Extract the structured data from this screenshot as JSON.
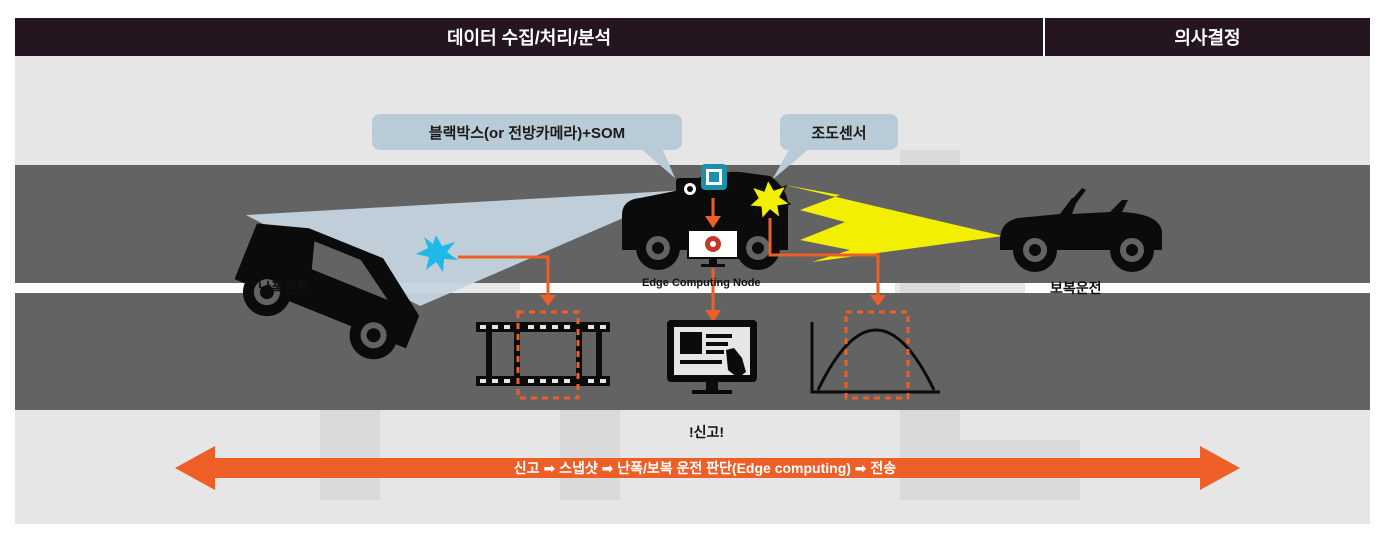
{
  "header": {
    "left_title": "데이터 수집/처리/분석",
    "right_title": "의사결정"
  },
  "callouts": {
    "blackbox": "블랙박스(or 전방카메라)+SOM",
    "light_sensor": "조도센서"
  },
  "labels": {
    "reckless": "난폭운전",
    "normal": "보복운전",
    "edge_node": "Edge Computing Node",
    "report": "!신고!"
  },
  "flow": {
    "text": "신고 ➡ 스냅샷 ➡ 난폭/보복 운전 판단(Edge computing) ➡  전송"
  },
  "colors": {
    "header_bg": "#241520",
    "road": "#636363",
    "background": "#e6e6e6",
    "accent_orange": "#ee5f27",
    "callout_bg": "#b9cbd6",
    "headlight_yellow": "#f3ef00",
    "flash_cyan": "#1fb9e8"
  },
  "icons": [
    "car-icon",
    "camera-icon",
    "chip-icon",
    "monitor-gear-icon",
    "film-strip-icon",
    "report-screen-icon",
    "bell-curve-icon",
    "flash-icon"
  ]
}
